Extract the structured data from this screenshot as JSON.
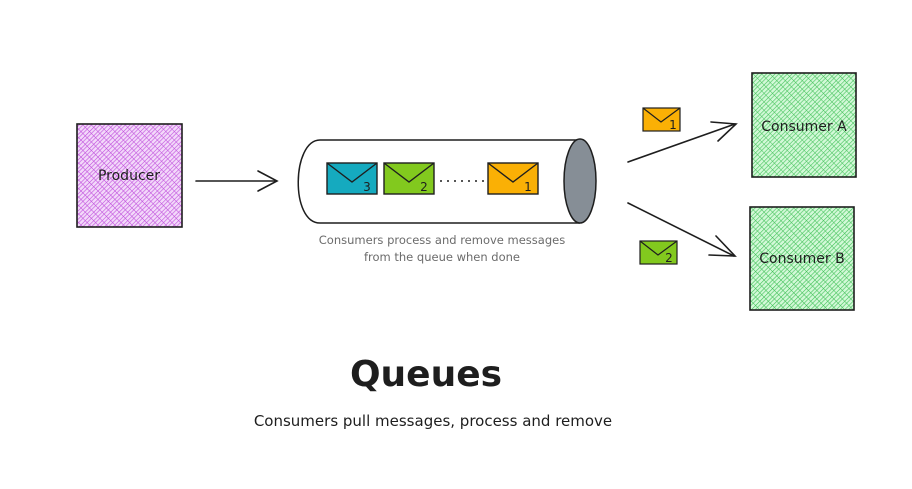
{
  "diagram": {
    "producer": {
      "label": "Producer",
      "color": "#be4bdb"
    },
    "consumer_a": {
      "label": "Consumer A",
      "color": "#40c057"
    },
    "consumer_b": {
      "label": "Consumer B",
      "color": "#40c057"
    },
    "queue": {
      "note_line1": "Consumers process and remove messages",
      "note_line2": "from the queue when done",
      "end_cap_color": "#868e96",
      "messages": [
        {
          "number": "3",
          "color": "#15aabf"
        },
        {
          "number": "2",
          "color": "#82c91e"
        },
        {
          "number": "1",
          "color": "#fab005"
        }
      ]
    },
    "outgoing": [
      {
        "number": "1",
        "color": "#fab005"
      },
      {
        "number": "2",
        "color": "#82c91e"
      }
    ]
  },
  "title": "Queues",
  "subtitle": "Consumers pull messages, process and remove"
}
